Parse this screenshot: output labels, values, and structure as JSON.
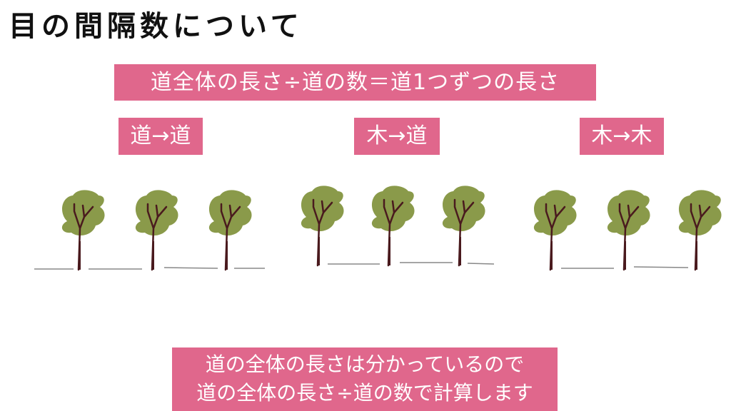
{
  "title": "目の間隔数について",
  "formula": "道全体の長さ÷道の数＝道1つずつの長さ",
  "cases": [
    {
      "label": "道→道",
      "trees": 3,
      "roads": 4
    },
    {
      "label": "木→道",
      "trees": 3,
      "roads": 3
    },
    {
      "label": "木→木",
      "trees": 3,
      "roads": 2
    }
  ],
  "conclusion": {
    "line1": "道の全体の長さは分かっているので",
    "line2": "道の全体の長さ÷道の数で計算します"
  },
  "colors": {
    "accent_pink": "#e0678c",
    "foliage": "#8a9a4a",
    "trunk": "#4a1a1e",
    "road_line": "#888888"
  }
}
